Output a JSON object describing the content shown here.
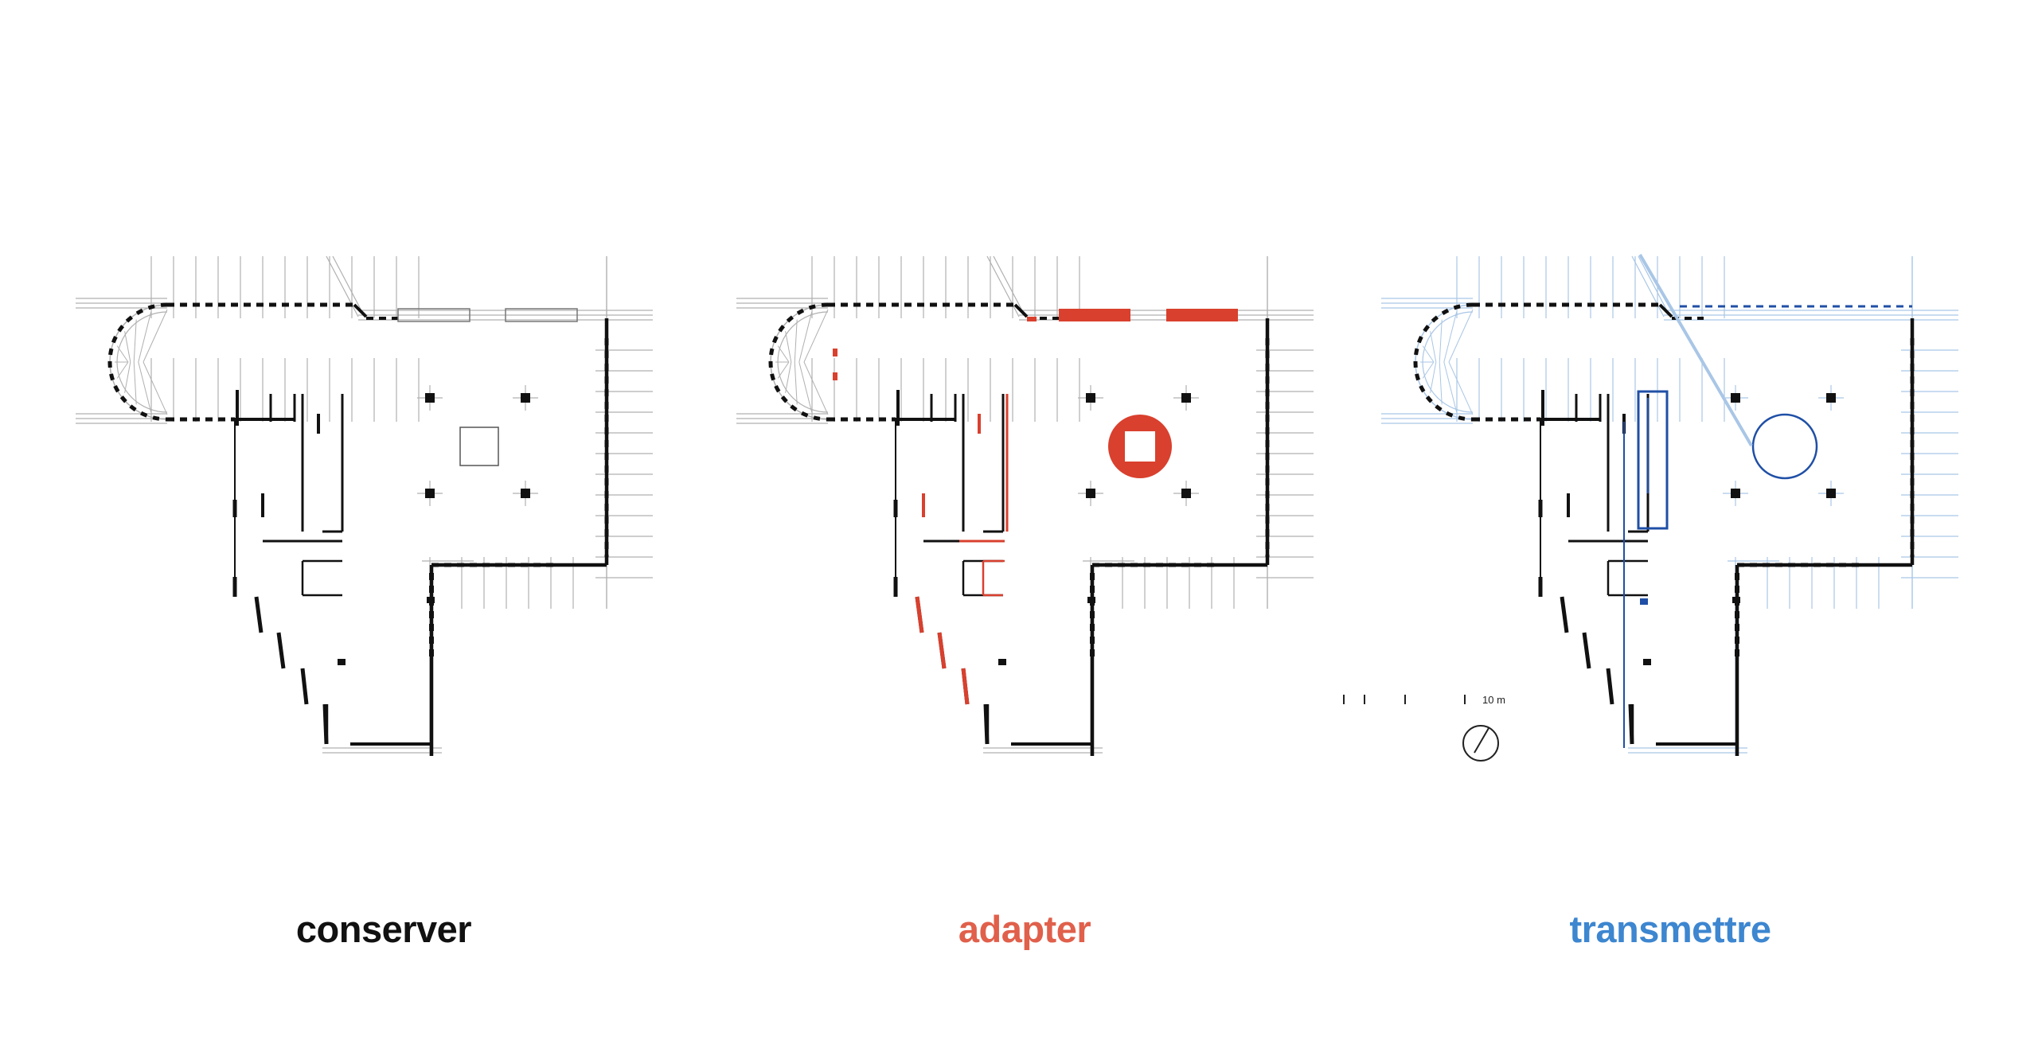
{
  "colors": {
    "conserver": "#111111",
    "adapter": "#d9402e",
    "transmettre": "#1f4fa6",
    "transmettre_light": "#a9c6e6",
    "grid": "#b0b0b0",
    "caption_adapter": "#e0604b",
    "caption_transmettre": "#3d86d0"
  },
  "plans": [
    {
      "key": "conserver",
      "label": "conserver"
    },
    {
      "key": "adapter",
      "label": "adapter"
    },
    {
      "key": "transmettre",
      "label": "transmettre"
    }
  ],
  "scale": {
    "label": "10 m"
  }
}
